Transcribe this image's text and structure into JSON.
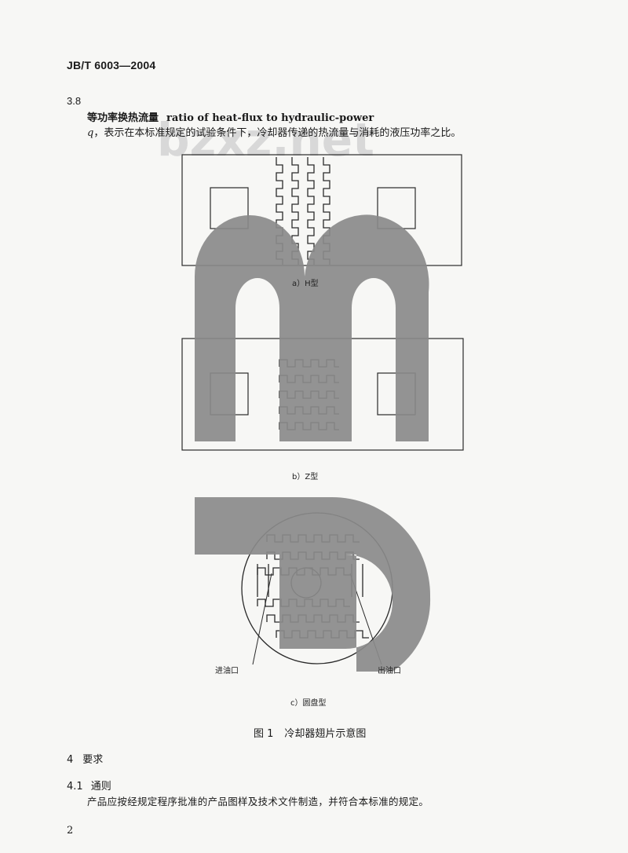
{
  "document": {
    "header_code": "JB/T 6003—2004",
    "section_number": "3.8",
    "term_cn": "等功率换热流量",
    "term_en": "ratio of heat-flux to hydraulic-power",
    "def_symbol": "q",
    "def_text": "，表示在本标准规定的试验条件下，冷却器传递的热流量与消耗的液压功率之比。",
    "page_number": "2"
  },
  "figure": {
    "caption_a": "a）H型",
    "caption_b": "b）Z型",
    "caption_c": "c）圆盘型",
    "inlet_label": "进油口",
    "outlet_label": "出油口",
    "figure_number": "图 1",
    "figure_title": "冷却器翅片示意图"
  },
  "requirements": {
    "clause_number": "4",
    "clause_title": "要求",
    "subclause_number": "4.1",
    "subclause_title": "通则",
    "body_text": "产品应按经规定程序批准的产品图样及技术文件制造，并符合本标准的规定。"
  },
  "colors": {
    "watermark": "#8a8a8a",
    "watermark_faint": "#cfcfcf",
    "line": "#2a2a2a"
  }
}
